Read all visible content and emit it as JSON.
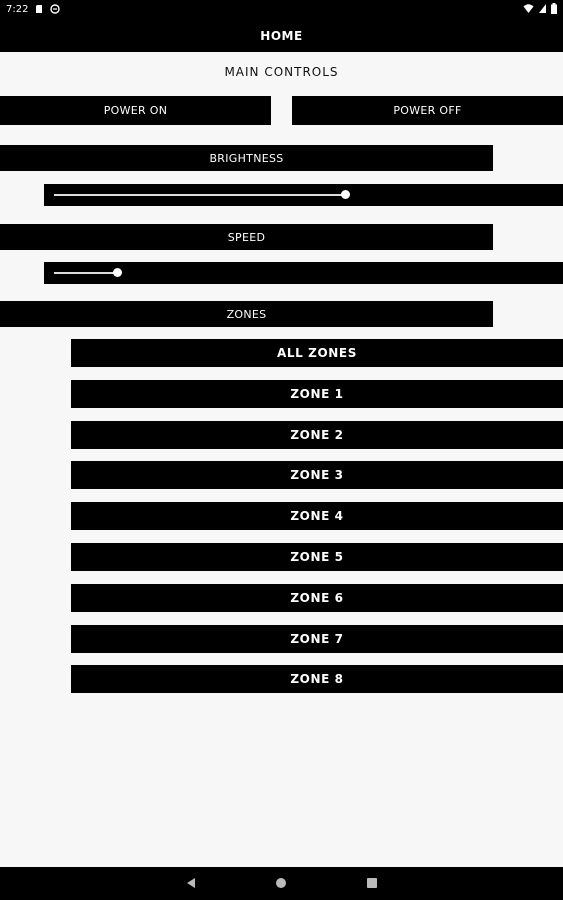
{
  "status_bar": {
    "time": "7:22"
  },
  "app_bar": {
    "title": "HOME"
  },
  "main": {
    "section_title": "MAIN CONTROLS",
    "power_on_label": "POWER ON",
    "power_off_label": "POWER OFF",
    "brightness_label": "BRIGHTNESS",
    "brightness_value": 0.58,
    "speed_label": "SPEED",
    "speed_value": 0.14,
    "zones_label": "ZONES",
    "zones": [
      "ALL ZONES",
      "ZONE 1",
      "ZONE 2",
      "ZONE 3",
      "ZONE 4",
      "ZONE 5",
      "ZONE 6",
      "ZONE 7",
      "ZONE 8"
    ]
  },
  "nav_bar": {
    "icons": [
      "back-icon",
      "home-icon",
      "recents-icon"
    ]
  },
  "colors": {
    "bar": "#000000",
    "background": "#f7f7f7",
    "text": "#ffffff"
  }
}
